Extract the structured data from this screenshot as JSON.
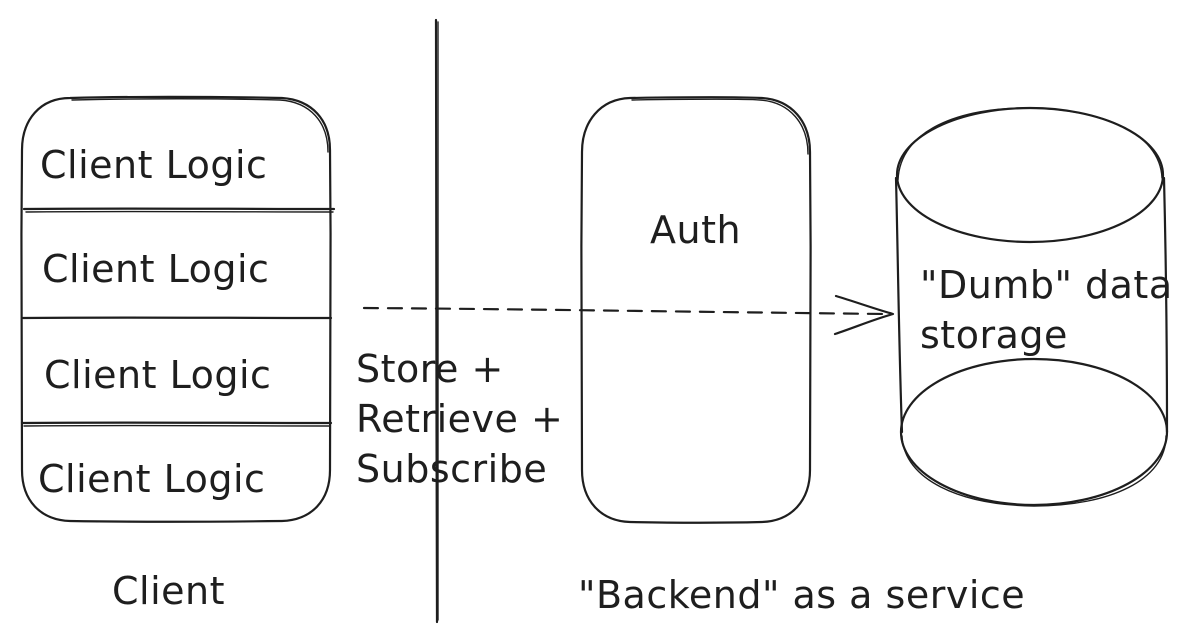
{
  "client": {
    "layers": [
      {
        "label": "Client Logic"
      },
      {
        "label": "Client Logic"
      },
      {
        "label": "Client Logic"
      },
      {
        "label": "Client Logic"
      }
    ],
    "caption": "Client"
  },
  "connection": {
    "label_lines": [
      "Store +",
      "Retrieve +",
      "Subscribe"
    ]
  },
  "backend": {
    "auth_label": "Auth",
    "storage_label_lines": [
      "\"Dumb\" data",
      "storage"
    ],
    "caption": "\"Backend\" as a service"
  },
  "colors": {
    "stroke": "#1e1e1e",
    "background": "#ffffff"
  }
}
